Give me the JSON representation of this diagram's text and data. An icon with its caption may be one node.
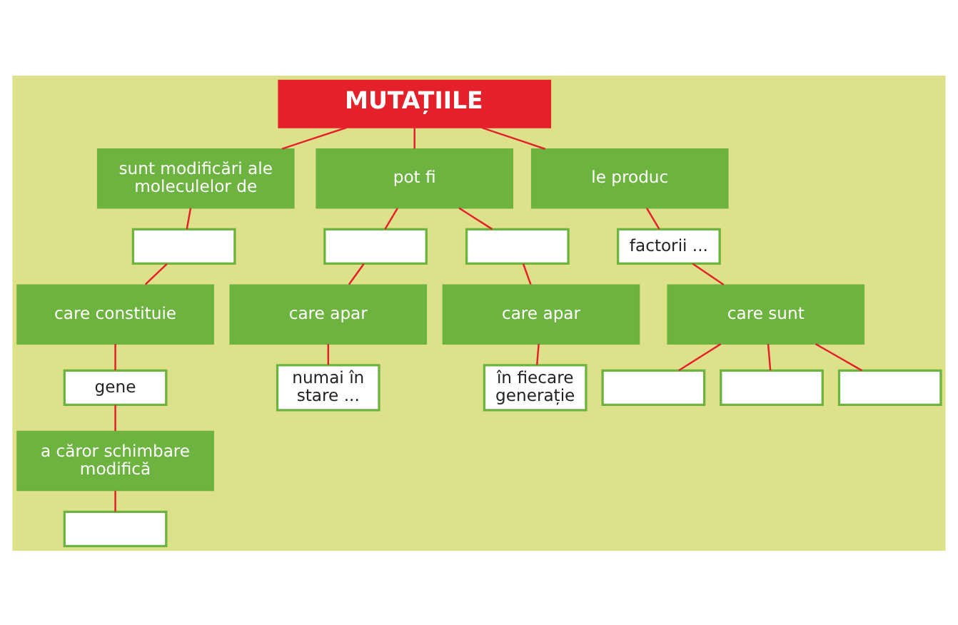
{
  "diagram": {
    "nodes": [
      {
        "text": [
          "MUTAȚIILE"
        ]
      },
      {
        "text": [
          "sunt modificări ale moleculelor de"
        ]
      },
      {
        "text": [
          "pot fi"
        ]
      },
      {
        "text": [
          "le produc"
        ]
      },
      {
        "text": [],
        "shape": "box"
      },
      {
        "text": [],
        "shape": "box"
      },
      {
        "text": [],
        "shape": "box"
      },
      {
        "text": [
          "factorii ..."
        ]
      },
      {
        "text": [
          "care constituie"
        ]
      },
      {
        "text": [
          "care apar"
        ]
      },
      {
        "text": [
          "care apar"
        ]
      },
      {
        "text": [
          "care sunt"
        ]
      },
      {
        "text": [
          "gene"
        ]
      },
      {
        "text": [
          "numai în stare ..."
        ]
      },
      {
        "text": [
          "în fiecare generație"
        ]
      },
      {
        "text": [],
        "shape": "box"
      },
      {
        "text": [],
        "shape": "box"
      },
      {
        "text": [],
        "shape": "box"
      },
      {
        "text": [
          "a căror schimbare modifică"
        ]
      },
      {
        "text": [],
        "shape": "box"
      }
    ],
    "edges": [
      {
        "from": 0,
        "to": 1,
        "arrow": "none"
      },
      {
        "from": 0,
        "to": 2,
        "arrow": "none"
      },
      {
        "from": 0,
        "to": 3,
        "arrow": "none"
      },
      {
        "from": 1,
        "to": 4,
        "arrow": "none"
      },
      {
        "from": 2,
        "to": 5,
        "arrow": "none"
      },
      {
        "from": 2,
        "to": 6,
        "arrow": "none"
      },
      {
        "from": 3,
        "to": 7,
        "arrow": "none"
      },
      {
        "from": 4,
        "to": 8,
        "arrow": "none"
      },
      {
        "from": 5,
        "to": 9,
        "arrow": "none"
      },
      {
        "from": 6,
        "to": 10,
        "arrow": "none"
      },
      {
        "from": 7,
        "to": 11,
        "arrow": "none"
      },
      {
        "from": 8,
        "to": 12,
        "arrow": "none"
      },
      {
        "from": 9,
        "to": 13,
        "arrow": "none"
      },
      {
        "from": 10,
        "to": 14,
        "arrow": "none"
      },
      {
        "from": 11,
        "to": 15,
        "arrow": "none"
      },
      {
        "from": 11,
        "to": 16,
        "arrow": "none"
      },
      {
        "from": 11,
        "to": 17,
        "arrow": "none"
      },
      {
        "from": 12,
        "to": 18,
        "arrow": "none"
      },
      {
        "from": 18,
        "to": 19,
        "arrow": "none"
      }
    ]
  }
}
